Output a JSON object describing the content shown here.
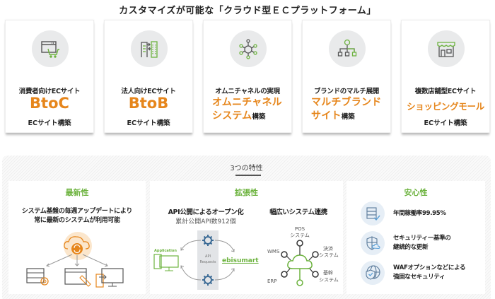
{
  "page": {
    "title": "カスタマイズが可能な「クラウド型ＥＣプラットフォーム」"
  },
  "cards": [
    {
      "icon": "browser-cart-icon",
      "subtitle": "消費者向けECサイト",
      "headline": "BtoC",
      "footer": "ECサイト構築"
    },
    {
      "icon": "buildings-exchange-icon",
      "subtitle": "法人向けECサイト",
      "headline": "BtoB",
      "footer": "ECサイト構築"
    },
    {
      "icon": "hub-network-icon",
      "subtitle": "オムニチャネルの実現",
      "headline_line1": "オムニチャネル",
      "headline_line2": "システム",
      "suffix": "構築"
    },
    {
      "icon": "hierarchy-tree-icon",
      "subtitle": "ブランドのマルチ展開",
      "headline_line1": "マルチブランド",
      "headline_line2": "サイト",
      "suffix": "構築"
    },
    {
      "icon": "storefront-icon",
      "subtitle": "複数店舗型ECサイト",
      "headline": "ショッピングモール",
      "footer": "ECサイト構築"
    }
  ],
  "features": {
    "title": "3つの特性",
    "panels": {
      "latest": {
        "heading": "最新性",
        "line1": "システム基盤の毎週アップデートにより",
        "line2": "常に最新のシステムが利用可能"
      },
      "extensibility": {
        "heading": "拡張性",
        "left_title": "API公開によるオープン化",
        "left_sub": "累計公開API数912個",
        "diagram": {
          "app_label": "Application",
          "api_label_1": "API",
          "api_label_2": "Requests",
          "brand": "ebisumart"
        },
        "right_title": "幅広いシステム連携",
        "network": {
          "pos_1": "POS",
          "pos_2": "システム",
          "wms": "WMS",
          "payment_1": "決済",
          "payment_2": "システム",
          "erp": "ERP",
          "core_1": "基幹",
          "core_2": "システム"
        }
      },
      "security": {
        "heading": "安心性",
        "items": [
          {
            "icon": "server-check-icon",
            "line1": "年間稼働率99.95%"
          },
          {
            "icon": "shield-cloud-icon",
            "line1": "セキュリティー基準の",
            "line2": "継続的な更新"
          },
          {
            "icon": "shield-globe-icon",
            "line1": "WAFオプションなどによる",
            "line2": "強固なセキュリティ"
          }
        ]
      }
    }
  },
  "colors": {
    "accent_orange": "#e6861c",
    "accent_green": "#6db33f",
    "icon_gray": "#555555",
    "icon_bg": "#e9eaeb",
    "security_icon_bg": "#e6eef6",
    "security_icon_blue": "#5a7a9a"
  }
}
